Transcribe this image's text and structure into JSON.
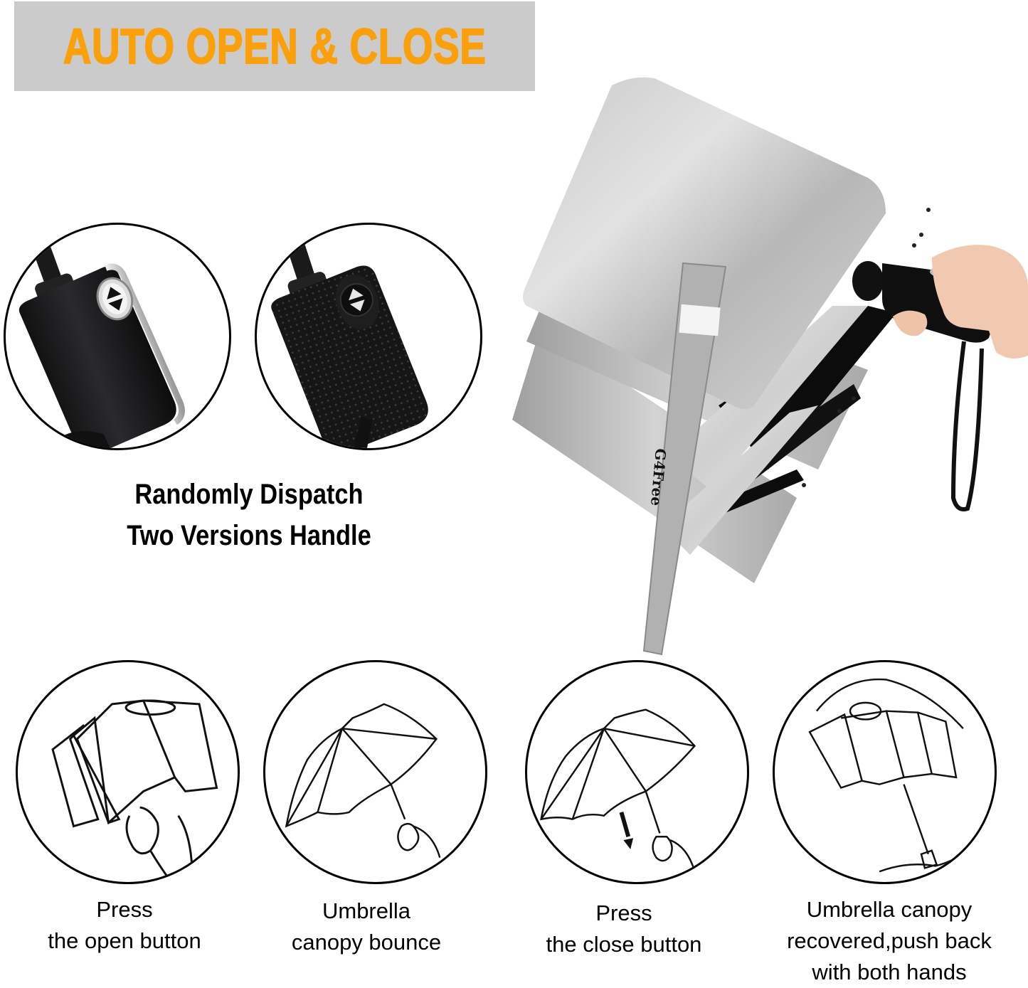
{
  "banner": {
    "title": "AUTO OPEN & CLOSE",
    "background_color": "#cbcbcb",
    "text_color": "#faa00a"
  },
  "handles": {
    "versions": [
      {
        "name": "handle-version-smooth",
        "button_icon": "up-down-triangle-button",
        "finish": "matte black with silver trim"
      },
      {
        "name": "handle-version-textured",
        "button_icon": "up-down-triangle-button",
        "finish": "dotted black rubber"
      }
    ],
    "caption_line1": "Randomly Dispatch",
    "caption_line2": "Two Versions Handle"
  },
  "product": {
    "strap_brand": "G4Free",
    "canopy_color": "silver",
    "lining_color": "black"
  },
  "steps": [
    {
      "icon": "folded-umbrella-hand-icon",
      "line1": "Press",
      "line2": "the open button",
      "line3": ""
    },
    {
      "icon": "open-umbrella-icon",
      "line1": "Umbrella",
      "line2": "canopy bounce",
      "line3": ""
    },
    {
      "icon": "open-umbrella-arrow-down-icon",
      "line1": "Press",
      "line2": "the close button",
      "line3": ""
    },
    {
      "icon": "closed-umbrella-push-icon",
      "line1": "Umbrella canopy",
      "line2": "recovered,push back",
      "line3": "with both hands"
    }
  ]
}
